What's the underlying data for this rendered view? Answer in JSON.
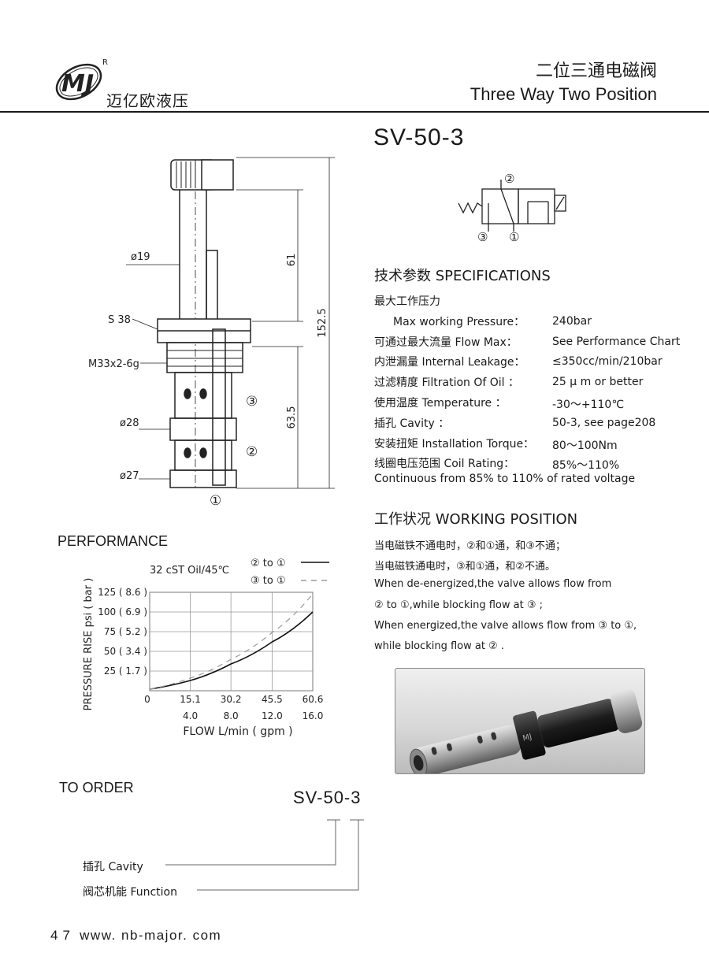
{
  "header": {
    "logo_text": "迈亿欧液压",
    "logo_mark": "MJ",
    "logo_r": "R",
    "title_cn": "二位三通电磁阀",
    "title_en": "Three Way Two Position"
  },
  "model": "SV-50-3",
  "drawing": {
    "dia19": "ø19",
    "hex": "S 38",
    "thread": "M33x2-6g",
    "dia28": "ø28",
    "dia27": "ø27",
    "dim61": "61",
    "dim1525": "152.5",
    "dim635": "63.5",
    "port1": "①",
    "port2": "②",
    "port3": "③"
  },
  "specs": {
    "title": "技术参数 SPECIFICATIONS",
    "rows": [
      {
        "label": "最大工作压力",
        "value": ""
      },
      {
        "label": "Max working Pressure：",
        "value": "240bar"
      },
      {
        "label": "可通过最大流量 Flow Max：",
        "value": "See Performance Chart"
      },
      {
        "label": "内泄漏量 Internal Leakage：",
        "value": "≤350cc/min/210bar"
      },
      {
        "label": "过滤精度 Filtration Of Oil ：",
        "value": "25 μ m or better"
      },
      {
        "label": "使用温度 Temperature ：",
        "value": "-30～+110℃"
      },
      {
        "label": "插孔 Cavity ：",
        "value": "50-3, see page208"
      },
      {
        "label": "安装扭矩 Installation Torque：",
        "value": "80～100Nm"
      },
      {
        "label": "线圈电压范围 Coil Rating：",
        "value": "85%～110%"
      }
    ],
    "note": "Continuous from 85% to 110% of rated voltage"
  },
  "working": {
    "title": "工作状况 WORKING POSITION",
    "lines": [
      "当电磁铁不通电时，②和①通，和③不通；",
      "当电磁铁通电时，③和①通，和②不通。",
      "When de-energized,the valve allows flow from",
      "② to ①,while blocking flow at ③ ;",
      "When energized,the valve allows flow from ③ to ①,",
      "while blocking flow at ② ."
    ]
  },
  "performance": {
    "title": "PERFORMANCE"
  },
  "chart_data": {
    "type": "line",
    "annotation": "32 cST Oil/45℃",
    "xlabel": "FLOW L/min ( gpm )",
    "ylabel": "PRESSURE RISE psi ( bar )",
    "x_ticks": [
      "0",
      "15.1",
      "30.2",
      "45.5",
      "60.6"
    ],
    "x_ticks_gpm": [
      "4.0",
      "8.0",
      "12.0",
      "16.0"
    ],
    "y_ticks": [
      "25 ( 1.7 )",
      "50 ( 3.4 )",
      "75 ( 5.2 )",
      "100 ( 6.9 )",
      "125 ( 8.6 )"
    ],
    "xlim": [
      0,
      60.6
    ],
    "ylim": [
      0,
      125
    ],
    "series": [
      {
        "name": "② to ①",
        "style": "solid",
        "x": [
          0,
          15.1,
          30.2,
          45.5,
          60.6
        ],
        "y": [
          2,
          13,
          34,
          62,
          100
        ]
      },
      {
        "name": "③ to ①",
        "style": "dashed",
        "x": [
          0,
          15.1,
          30.2,
          45.5,
          60.6
        ],
        "y": [
          2,
          16,
          40,
          74,
          123
        ]
      }
    ]
  },
  "order": {
    "title": "TO ORDER",
    "code": "SV-50-3",
    "cavity": "插孔 Cavity",
    "function": "阀芯机能  Function"
  },
  "photo": {
    "brand": "MJ"
  },
  "footer": {
    "page": "47",
    "url": "www. nb-major. com"
  }
}
